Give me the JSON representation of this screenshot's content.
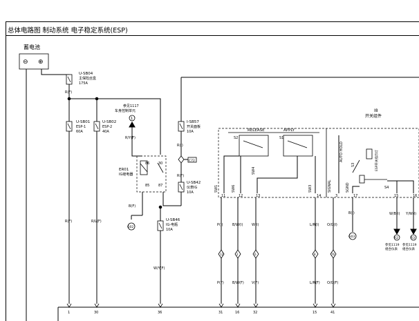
{
  "header": {
    "title": "总体电路图  制动系统  电子稳定系统(ESP)"
  },
  "battery": {
    "label": "蓄电池",
    "minus": "⊖",
    "plus": "⊕"
  },
  "fuses": [
    {
      "id": "U-SB04",
      "desc": "主保险丝盒",
      "rating": "175A"
    },
    {
      "id": "U-SB01",
      "desc": "ESP-1",
      "rating": "60A"
    },
    {
      "id": "U-SB02",
      "desc": "ESP-2",
      "rating": "40A"
    },
    {
      "id": "I-SB57",
      "desc": "开关面板",
      "rating": "10A"
    },
    {
      "id": "U-SB42",
      "desc": "仪表IG",
      "rating": "10A"
    },
    {
      "id": "U-SB46",
      "desc": "IG-电瓶",
      "rating": "10A"
    }
  ],
  "relay": {
    "id": "ER01",
    "name": "IG继电器",
    "pins": [
      "86",
      "30",
      "85",
      "87"
    ]
  },
  "reference": {
    "text": "参见1117",
    "desc": "车身控制单元",
    "marker": "1"
  },
  "connector_c72": "C72",
  "switch_group": {
    "id": "I8",
    "name": "开关组件",
    "release": "RELEASE",
    "apply": "APPLY",
    "s1": "S1",
    "s2": "S2",
    "sw4": "SW4",
    "s3": "S3",
    "s4": "S4",
    "autohold": "AUTO HOLD",
    "lamp": "ESP开关指示灯",
    "pins": [
      {
        "signal": "SW1",
        "num": "11"
      },
      {
        "signal": "SW6",
        "num": "12"
      },
      {
        "signal": "",
        "num": "13"
      },
      {
        "signal": "SW3",
        "num": "14"
      },
      {
        "signal": "SIGNAL",
        "num": "3"
      },
      {
        "signal": "SGND",
        "num": "17"
      },
      {
        "signal": "",
        "num": "15"
      },
      {
        "signal": "",
        "num": "16"
      }
    ]
  },
  "wires": {
    "rf1": "R(F)",
    "rf2": "R(F)",
    "rlf": "R/L(F)",
    "ryf": "R/Y(F)",
    "bf": "B(F)",
    "wyf": "W/Y(F)",
    "ri": "R(I)",
    "rf3": "R(F)",
    "pi": "P(I)",
    "bwi": "B/W(I)",
    "wi": "W(I)",
    "lri": "L/R(I)",
    "ogi": "O/G(I)",
    "bi": "B(I)",
    "wbi": "W/B(I)",
    "ywi": "Y/W(I)",
    "pf": "P(F)",
    "bwf": "B/W(F)",
    "vf": "V(F)",
    "lrf": "L/R(F)",
    "ogf": "O/G(F)"
  },
  "inline_connectors": [
    "12",
    "2",
    "6",
    "8",
    "76"
  ],
  "grounds": [
    "G02",
    "G03"
  ],
  "refs_right": [
    {
      "marker": "R2",
      "text": "参见1119",
      "desc": "组合仪表"
    },
    {
      "marker": "R3",
      "text": "参见1119",
      "desc": "组合仪表"
    }
  ],
  "bottom_pins": [
    "1",
    "30",
    "36",
    "31",
    "16",
    "32",
    "15",
    "41"
  ]
}
